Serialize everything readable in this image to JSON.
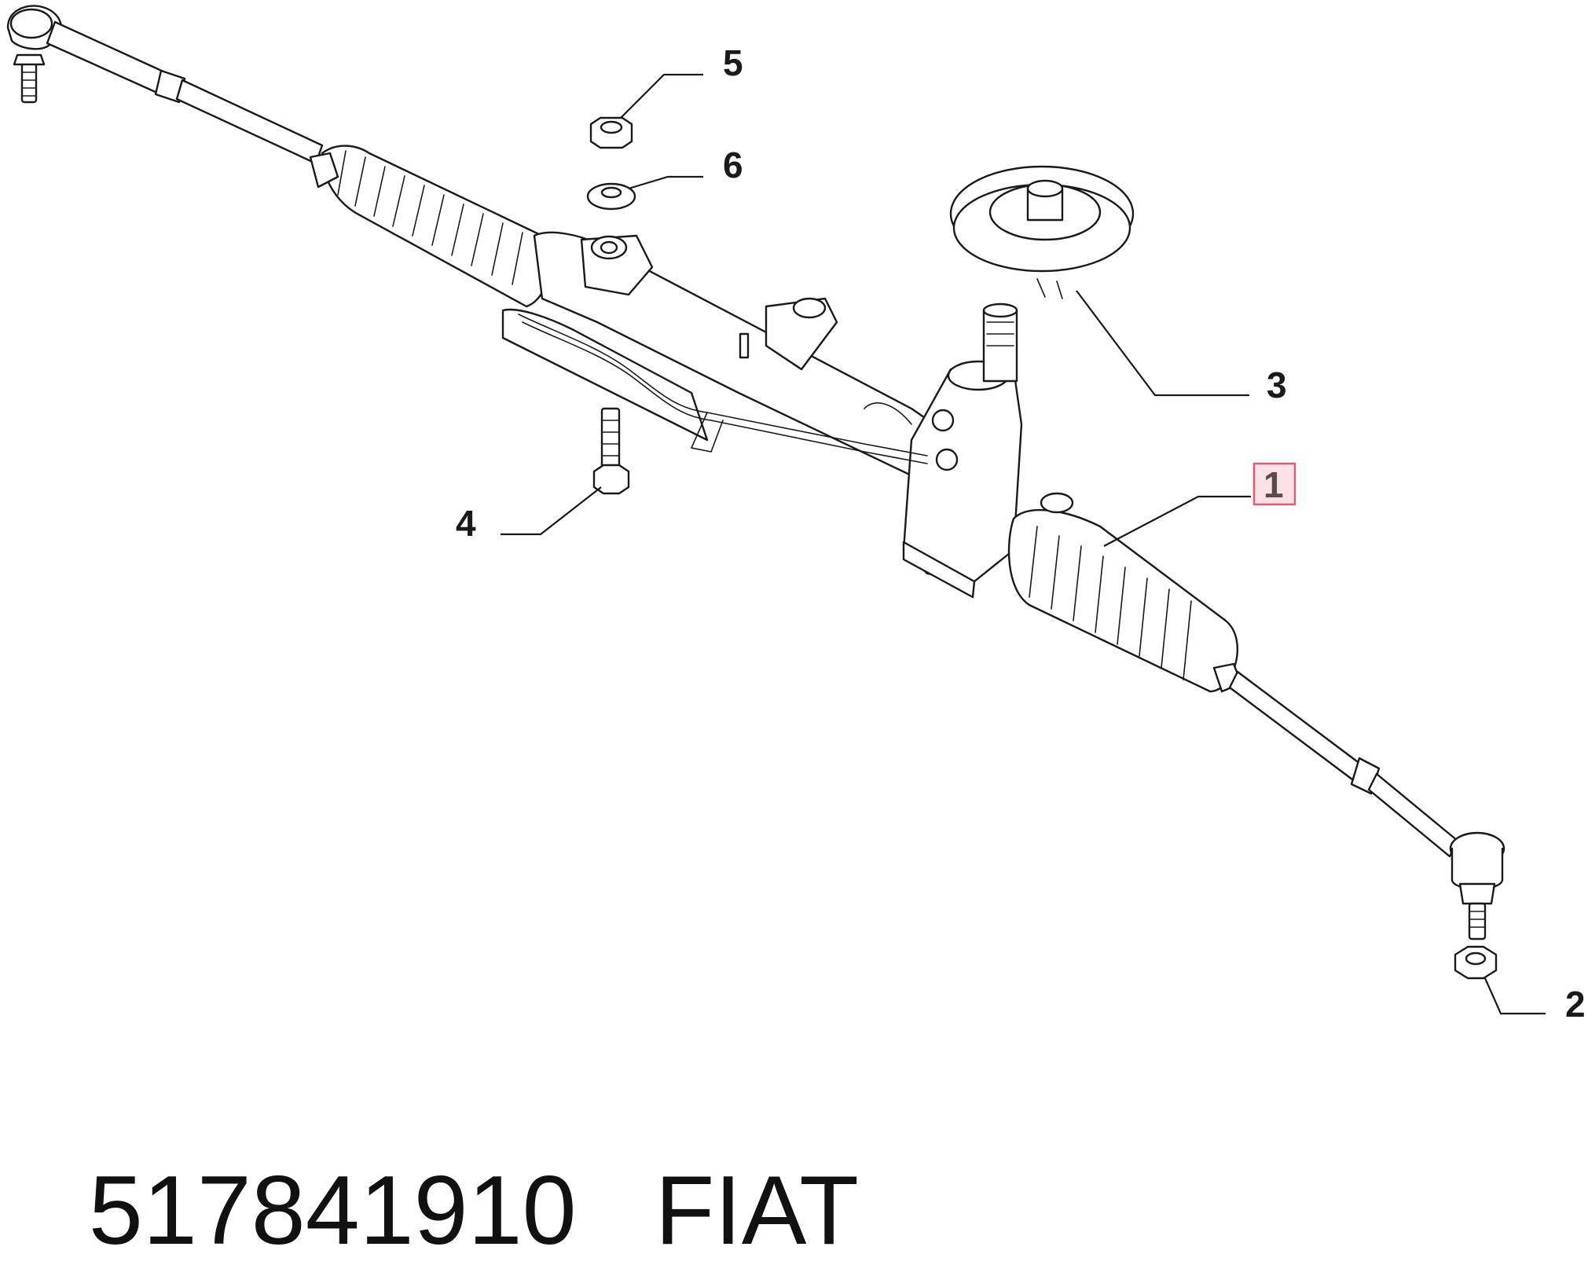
{
  "diagram": {
    "callouts": [
      {
        "id": "1",
        "label": "1",
        "highlighted": true
      },
      {
        "id": "2",
        "label": "2",
        "highlighted": false
      },
      {
        "id": "3",
        "label": "3",
        "highlighted": false
      },
      {
        "id": "4",
        "label": "4",
        "highlighted": false
      },
      {
        "id": "5",
        "label": "5",
        "highlighted": false
      },
      {
        "id": "6",
        "label": "6",
        "highlighted": false
      }
    ],
    "colors": {
      "line": "#1a1a1a",
      "highlight_fill": "#fbe0e6",
      "highlight_stroke": "#d9607a",
      "highlight_text": "#5a4a4e"
    }
  },
  "caption": {
    "part_number": "517841910",
    "brand": "FIAT"
  }
}
